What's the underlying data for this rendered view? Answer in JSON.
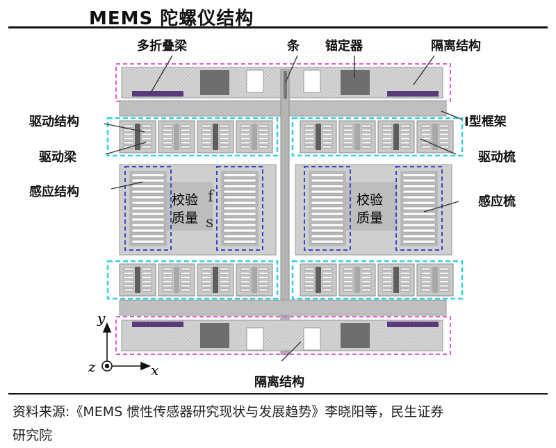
{
  "title": "MEMS 陀螺仪结构",
  "labels": {
    "multi_fold_beam": "多折叠梁",
    "strip": "条",
    "anchor": "锚定器",
    "isolation_top": "隔离结构",
    "drive_structure": "驱动结构",
    "i_frame": "I型框架",
    "drive_beam": "驱动梁",
    "drive_comb": "驱动梳",
    "sense_structure": "感应结构",
    "sense_comb": "感应梳",
    "proof_mass_left": "校验\n质量",
    "proof_mass_right": "校验\n质量",
    "isolation_bottom": "隔离结构",
    "ghost_f": "f",
    "ghost_s": "s"
  },
  "axes": {
    "y": "y",
    "z": "z",
    "x": "x"
  },
  "source_line1": "资料来源:《MEMS 惯性传感器研究现状与发展趋势》李晓阳等，民生证券",
  "source_line2": "研究院",
  "colors": {
    "structure": "#c9c9c9",
    "structure_dark": "#6d6d6d",
    "magenta_dash": "#e05ad0",
    "cyan_dash": "#2ed3dc",
    "blue_dash": "#3a46c8",
    "purple_bar": "#6a3a8a"
  }
}
